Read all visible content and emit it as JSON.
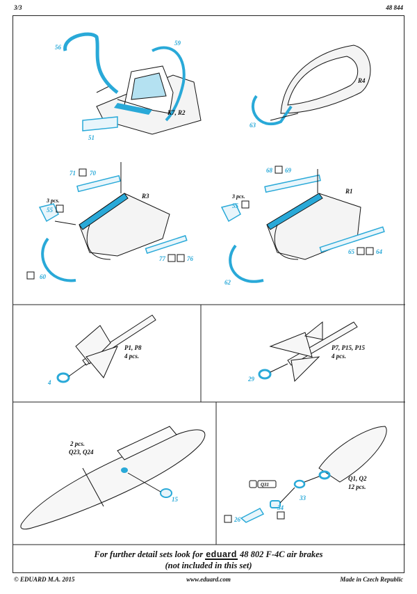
{
  "header": {
    "page": "3/3",
    "kit_number": "48 844"
  },
  "panel_cockpit_rear": {
    "part_56": "56",
    "part_59": "59",
    "part_51": "51",
    "kit_label": "K7, R2"
  },
  "panel_canopy": {
    "part_63": "63",
    "kit_label": "R4"
  },
  "panel_left_brake": {
    "part_71": "71",
    "part_70": "70",
    "qty": "3 pcs.",
    "part_55": "55",
    "kit_label": "R3",
    "part_60": "60",
    "part_77": "77",
    "part_76": "76"
  },
  "panel_right_brake": {
    "part_68": "68",
    "part_69": "69",
    "qty": "3 pcs.",
    "part_55": "55",
    "kit_label": "R1",
    "part_62": "62",
    "part_65": "65",
    "part_64": "64"
  },
  "panel_missile_left": {
    "kit_label": "P1, P8",
    "qty": "4 pcs.",
    "part": "4"
  },
  "panel_missile_right": {
    "kit_label": "P7, P15, P15",
    "qty": "4 pcs.",
    "part": "29"
  },
  "panel_tank": {
    "qty": "2 pcs.",
    "kit_label": "Q23, Q24",
    "part": "15"
  },
  "panel_nose": {
    "badge": "Q31",
    "part_33": "33",
    "part_34": "34",
    "part_26": "26",
    "kit_label": "Q1, Q2",
    "qty": "12 pcs."
  },
  "footer": {
    "line1_prefix": "For further detail sets look for",
    "brand": "eduard",
    "line1_suffix": "48 802 F-4C air brakes",
    "line2": "(not included in this set)"
  },
  "bottom": {
    "copyright": "© EDUARD  M.A. 2015",
    "website": "www.eduard.com",
    "made_in": "Made in Czech Republic"
  },
  "colors": {
    "etch_cyan": "#29a9d8",
    "line": "#111111"
  }
}
